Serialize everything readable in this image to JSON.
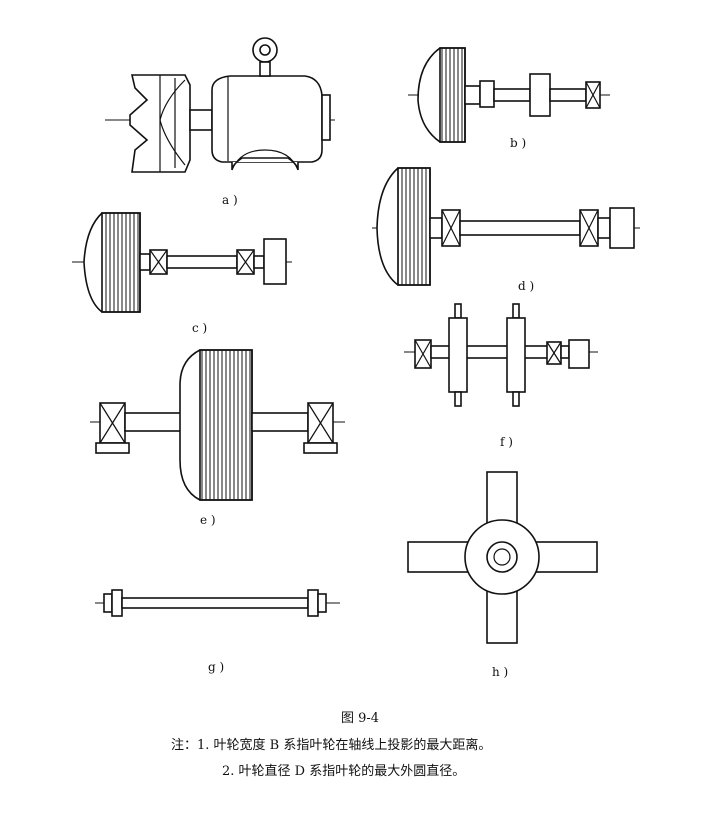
{
  "panels": [
    {
      "id": "a",
      "label": "a )"
    },
    {
      "id": "b",
      "label": "b )"
    },
    {
      "id": "c",
      "label": "c )"
    },
    {
      "id": "d",
      "label": "d )"
    },
    {
      "id": "e",
      "label": "e )"
    },
    {
      "id": "f",
      "label": "f )"
    },
    {
      "id": "g",
      "label": "g )"
    },
    {
      "id": "h",
      "label": "h )"
    }
  ],
  "caption": "图   9-4",
  "notes": {
    "line1": "注：1. 叶轮宽度 B 系指叶轮在轴线上投影的最大距离。",
    "line2": "2. 叶轮直径 D 系指叶轮的最大外圆直径。"
  }
}
